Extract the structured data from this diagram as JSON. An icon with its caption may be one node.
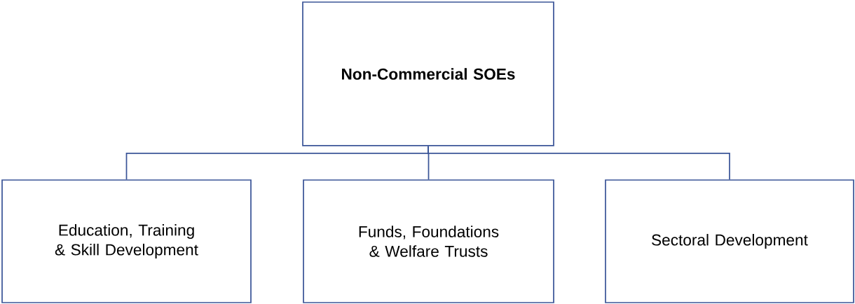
{
  "diagram": {
    "nodes": [
      {
        "text": [
          "Non-Commercial SOEs"
        ]
      },
      {
        "text": [
          "Education, Training & Skill Development"
        ]
      },
      {
        "text": [
          "Funds, Foundations & Welfare Trusts"
        ]
      },
      {
        "text": [
          "Sectoral Development"
        ]
      }
    ],
    "edges": [
      {
        "from": 0,
        "to": 1,
        "arrow": "none"
      },
      {
        "from": 0,
        "to": 2,
        "arrow": "none"
      },
      {
        "from": 0,
        "to": 3,
        "arrow": "none"
      }
    ]
  }
}
